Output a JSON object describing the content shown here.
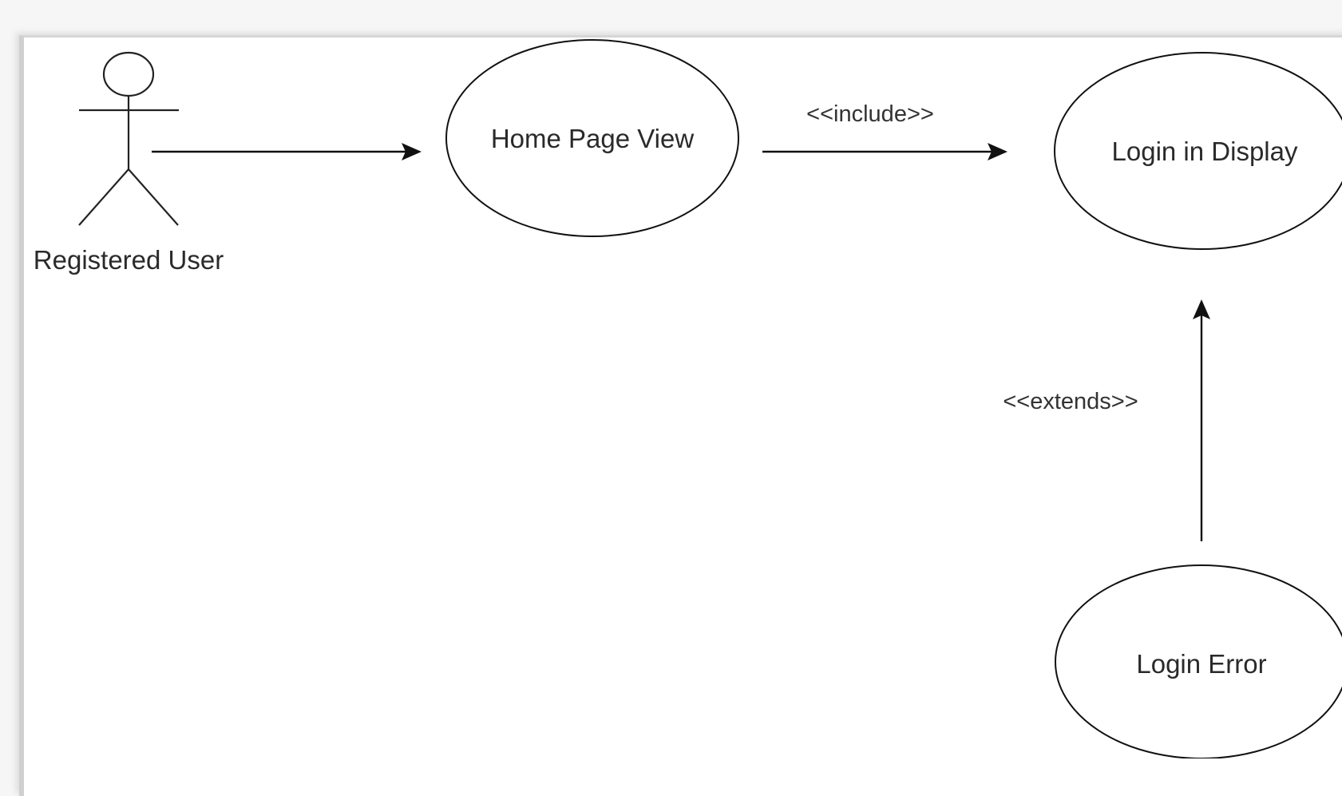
{
  "diagram": {
    "actor": {
      "label": "Registered User"
    },
    "use_cases": {
      "home": {
        "label": "Home Page View"
      },
      "login": {
        "label": "Login in Display"
      },
      "error": {
        "label": "Login Error"
      }
    },
    "relations": {
      "include_label": "<<include>>",
      "extends_label": "<<extends>>"
    },
    "colors": {
      "stroke": "#111111",
      "background": "#ffffff"
    }
  }
}
